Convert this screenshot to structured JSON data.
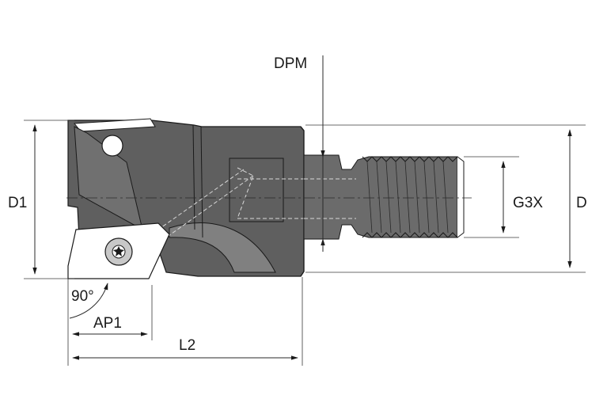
{
  "diagram": {
    "labels": {
      "dpm": "DPM",
      "d1": "D1",
      "g3x": "G3X",
      "d": "D",
      "angle": "90°",
      "ap1": "AP1",
      "l2": "L2"
    },
    "colors": {
      "body": "#5f5f5f",
      "insert": "#ffffff",
      "lines": "#1a1a1a"
    }
  }
}
